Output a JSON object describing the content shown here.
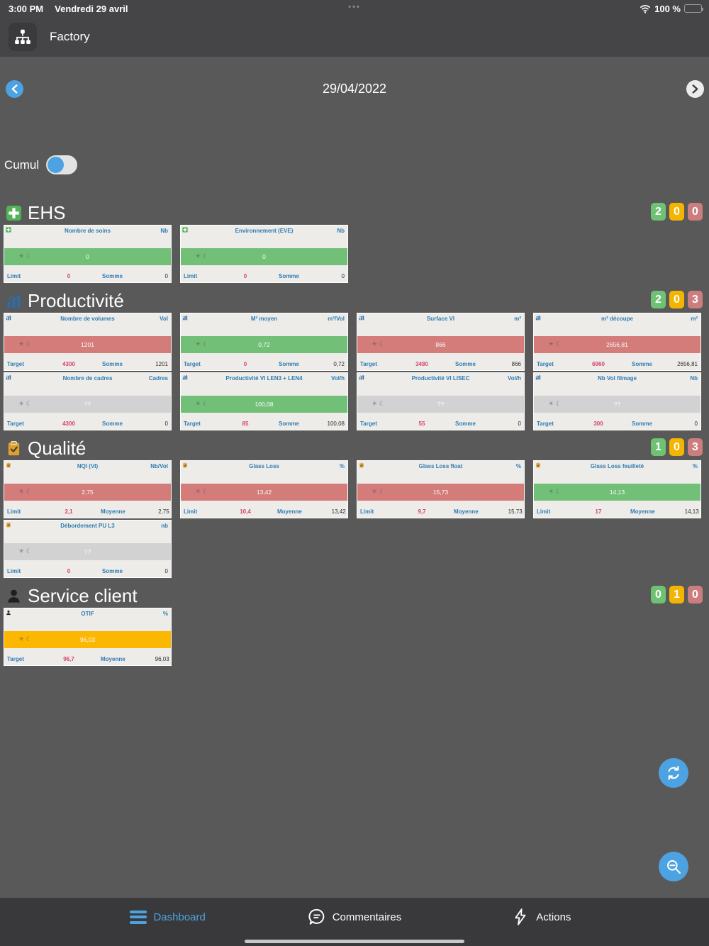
{
  "status_bar": {
    "time": "3:00 PM",
    "date": "Vendredi 29 avril",
    "dots": "•••",
    "battery": "100 %"
  },
  "header": {
    "app_title": "Factory"
  },
  "date_nav": {
    "current_date": "29/04/2022"
  },
  "cumul": {
    "label": "Cumul"
  },
  "shift_icons": "☀ ☾",
  "colors": {
    "accent_blue": "#4da3e2",
    "bar_red": "#d37c7a",
    "bar_green": "#72c078",
    "bar_gray": "#d2d2d2",
    "bar_yellow": "#fcb703",
    "badge_green": "#6fc173",
    "badge_yellow": "#f4b502",
    "badge_red": "#cb7e7d"
  },
  "sections": [
    {
      "title": "EHS",
      "icon": "medical-cross",
      "badges": {
        "green": "2",
        "yellow": "0",
        "red": "0"
      },
      "cards": [
        {
          "title": "Nombre de soins",
          "unit": "Nb",
          "bar_color": "green",
          "value": "0",
          "footer": {
            "label1": "Limit",
            "value1": "0",
            "label2": "Somme",
            "value2": "0"
          }
        },
        {
          "title": "Environnement (EVE)",
          "unit": "Nb",
          "bar_color": "green",
          "value": "0",
          "footer": {
            "label1": "Limit",
            "value1": "0",
            "label2": "Somme",
            "value2": "0"
          }
        }
      ]
    },
    {
      "title": "Productivité",
      "icon": "bar-chart",
      "badges": {
        "green": "2",
        "yellow": "0",
        "red": "3"
      },
      "cards": [
        {
          "title": "Nombre de volumes",
          "unit": "Vol",
          "bar_color": "red",
          "value": "1201",
          "footer": {
            "label1": "Target",
            "value1": "4300",
            "label2": "Somme",
            "value2": "1201"
          }
        },
        {
          "title": "M² moyen",
          "unit": "m²/Vol",
          "bar_color": "green",
          "value": "0,72",
          "footer": {
            "label1": "Target",
            "value1": "0",
            "label2": "Somme",
            "value2": "0,72"
          }
        },
        {
          "title": "Surface VI",
          "unit": "m²",
          "bar_color": "red",
          "value": "866",
          "footer": {
            "label1": "Target",
            "value1": "3480",
            "label2": "Somme",
            "value2": "866"
          }
        },
        {
          "title": "m² découpe",
          "unit": "m²",
          "bar_color": "red",
          "value": "2656,81",
          "footer": {
            "label1": "Target",
            "value1": "6960",
            "label2": "Somme",
            "value2": "2656,81"
          }
        },
        {
          "title": "Nombre de cadres",
          "unit": "Cadres",
          "bar_color": "gray",
          "value": "??",
          "footer": {
            "label1": "Target",
            "value1": "4300",
            "label2": "Somme",
            "value2": "0"
          }
        },
        {
          "title": "Productivité VI LEN3 + LEN4",
          "unit": "Vol/h",
          "bar_color": "green",
          "value": "100,08",
          "footer": {
            "label1": "Target",
            "value1": "85",
            "label2": "Somme",
            "value2": "100,08"
          }
        },
        {
          "title": "Productivité VI LISEC",
          "unit": "Vol/h",
          "bar_color": "gray",
          "value": "??",
          "footer": {
            "label1": "Target",
            "value1": "55",
            "label2": "Somme",
            "value2": "0"
          }
        },
        {
          "title": "Nb Vol filmage",
          "unit": "Nb",
          "bar_color": "gray",
          "value": "??",
          "footer": {
            "label1": "Target",
            "value1": "300",
            "label2": "Somme",
            "value2": "0"
          }
        }
      ]
    },
    {
      "title": "Qualité",
      "icon": "clipboard",
      "badges": {
        "green": "1",
        "yellow": "0",
        "red": "3"
      },
      "cards": [
        {
          "title": "NQI (VI)",
          "unit": "Nb/Vol",
          "bar_color": "red",
          "value": "2,75",
          "footer": {
            "label1": "Limit",
            "value1": "2,1",
            "label2": "Moyenne",
            "value2": "2,75"
          }
        },
        {
          "title": "Glass Loss",
          "unit": "%",
          "bar_color": "red",
          "value": "13,42",
          "footer": {
            "label1": "Limit",
            "value1": "10,4",
            "label2": "Moyenne",
            "value2": "13,42"
          }
        },
        {
          "title": "Glass Loss float",
          "unit": "%",
          "bar_color": "red",
          "value": "15,73",
          "footer": {
            "label1": "Limit",
            "value1": "9,7",
            "label2": "Moyenne",
            "value2": "15,73"
          }
        },
        {
          "title": "Glass Loss feuilleté",
          "unit": "%",
          "bar_color": "green",
          "value": "14,13",
          "footer": {
            "label1": "Limit",
            "value1": "17",
            "label2": "Moyenne",
            "value2": "14,13"
          }
        },
        {
          "title": "Débordement PU L3",
          "unit": "nb",
          "bar_color": "gray",
          "value": "??",
          "footer": {
            "label1": "Limit",
            "value1": "0",
            "label2": "Somme",
            "value2": "0"
          }
        }
      ]
    },
    {
      "title": "Service client",
      "icon": "person",
      "badges": {
        "green": "0",
        "yellow": "1",
        "red": "0"
      },
      "cards": [
        {
          "title": "OTIF",
          "unit": "%",
          "bar_color": "yellow",
          "value": "96,03",
          "footer": {
            "label1": "Target",
            "value1": "96,7",
            "label2": "Moyenne",
            "value2": "96,03"
          }
        }
      ]
    }
  ],
  "tab_bar": {
    "items": [
      {
        "label": "Dashboard",
        "active": true
      },
      {
        "label": "Commentaires",
        "active": false
      },
      {
        "label": "Actions",
        "active": false
      }
    ]
  }
}
